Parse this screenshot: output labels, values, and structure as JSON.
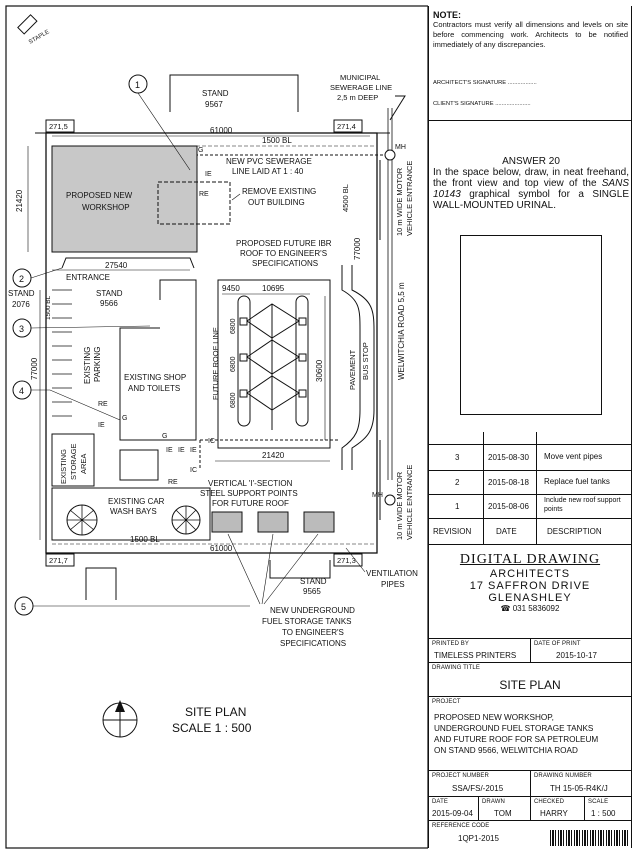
{
  "page_title": "SITE PLAN",
  "scale": "SCALE 1 : 500",
  "staple": "STAPLE",
  "callouts": [
    "1",
    "2",
    "3",
    "4",
    "5"
  ],
  "plan_labels": {
    "stand_9567": "STAND",
    "stand_9567_no": "9567",
    "sewer": "MUNICIPAL",
    "sewer2": "SEWERAGE LINE",
    "sewer3": "2,5 m DEEP",
    "dim_61000": "61000",
    "bl_top": "1500 BL",
    "level_271_5": "271,5",
    "level_271_4": "271,4",
    "level_271_7": "271,7",
    "level_271_3": "271,3",
    "mh": "MH",
    "workshop1": "PROPOSED NEW",
    "workshop2": "WORKSHOP",
    "dim_21420": "21420",
    "g": "G",
    "ie": "IE",
    "re": "RE",
    "pvc1": "NEW PVC SEWERAGE",
    "pvc2": "LINE LAID AT 1 : 40",
    "remove1": "REMOVE EXISTING",
    "remove2": "OUT BUILDING",
    "bl_side": "4500 BL",
    "roof1": "PROPOSED FUTURE IBR",
    "roof2": "ROOF TO ENGINEER'S",
    "roof3": "SPECIFICATIONS",
    "entrance": "ENTRANCE",
    "dim_27540": "27540",
    "stand_2076": "STAND",
    "stand_2076_no": "2076",
    "bl_left": "1500 BL",
    "stand_9566": "STAND",
    "stand_9566_no": "9566",
    "dim_77000_l": "77000",
    "parking1": "EXISTING",
    "parking2": "PARKING",
    "shop1": "EXISTING SHOP",
    "shop2": "AND TOILETS",
    "dim_9450": "9450",
    "dim_10695": "10695",
    "future_roof": "FUTURE ROOF LINE",
    "dim_6800a": "6800",
    "dim_6800b": "6800",
    "dim_6800c": "6800",
    "dim_30600": "30600",
    "pavement": "PAVEMENT",
    "bus_stop": "BUS STOP",
    "dim_77000_r": "77000",
    "road": "WELWITCHIA ROAD 5,5 m",
    "entrance_r1": "10 m WIDE MOTOR",
    "entrance_r2": "VEHICLE ENTRANCE",
    "ic": "IC",
    "dim_21420b": "21420",
    "storage1": "EXISTING",
    "storage2": "STORAGE",
    "storage3": "AREA",
    "tsection1": "VERTICAL 'I'-SECTION",
    "tsection2": "STEEL SUPPORT POINTS",
    "tsection3": "FOR FUTURE ROOF",
    "carwash1": "EXISTING CAR",
    "carwash2": "WASH BAYS",
    "bl_bottom": "1500 BL",
    "dim_61000b": "61000",
    "stand_9565": "STAND",
    "stand_9565_no": "9565",
    "vent1": "VENTILATION",
    "vent2": "PIPES",
    "tanks1": "NEW UNDERGROUND",
    "tanks2": "FUEL STORAGE TANKS",
    "tanks3": "TO ENGINEER'S",
    "tanks4": "SPECIFICATIONS"
  },
  "note": {
    "title": "NOTE:",
    "body": "Contractors must verify all dimensions and levels on site before commencing work. Architects to be notified immediately of any discrepancies."
  },
  "signatures": {
    "architect": "ARCHITECT'S SIGNATURE ..................",
    "client": "CLIENT'S SIGNATURE ......................"
  },
  "answer": {
    "title": "ANSWER 20",
    "text_a": "In the space below, draw, in neat freehand, the front view and top view of the ",
    "text_em": "SANS 10143",
    "text_b": " graphical symbol for a SINGLE WALL-MOUNTED URINAL."
  },
  "revisions": {
    "rows": [
      {
        "no": "3",
        "date": "2015-08-30",
        "desc": "Move vent pipes"
      },
      {
        "no": "2",
        "date": "2015-08-18",
        "desc": "Replace fuel tanks"
      },
      {
        "no": "1",
        "date": "2015-08-06",
        "desc": "Include new roof support points"
      }
    ],
    "headers": {
      "revision": "REVISION",
      "date": "DATE",
      "description": "DESCRIPTION"
    }
  },
  "firm": {
    "name": "DIGITAL DRAWING",
    "type": "ARCHITECTS",
    "street": "17 SAFFRON DRIVE",
    "suburb": "GLENASHLEY",
    "phone_icon": "phone-icon",
    "phone": "031 5836092"
  },
  "print": {
    "printed_by_label": "PRINTED BY",
    "printed_by": "TIMELESS PRINTERS",
    "date_label": "DATE OF PRINT",
    "date": "2015-10-17"
  },
  "drawing_title": {
    "label": "DRAWING TITLE",
    "value": "SITE PLAN"
  },
  "project": {
    "label": "PROJECT",
    "lines": [
      "PROPOSED NEW WORKSHOP,",
      "UNDERGROUND FUEL STORAGE TANKS",
      "AND FUTURE ROOF FOR SA PETROLEUM",
      "ON STAND 9566, WELWITCHIA ROAD"
    ]
  },
  "numbers": {
    "project_label": "PROJECT NUMBER",
    "project": "SSA/FS/-2015",
    "drawing_label": "DRAWING NUMBER",
    "drawing": "TH 15-05-R4K/J"
  },
  "meta": {
    "date_label": "DATE",
    "date": "2015-09-04",
    "drawn_label": "DRAWN",
    "drawn": "TOM",
    "checked_label": "CHECKED",
    "checked": "HARRY",
    "scale_label": "SCALE",
    "scale": "1 : 500"
  },
  "reference": {
    "label": "REFERENCE CODE",
    "value": "1QP1-2015"
  }
}
